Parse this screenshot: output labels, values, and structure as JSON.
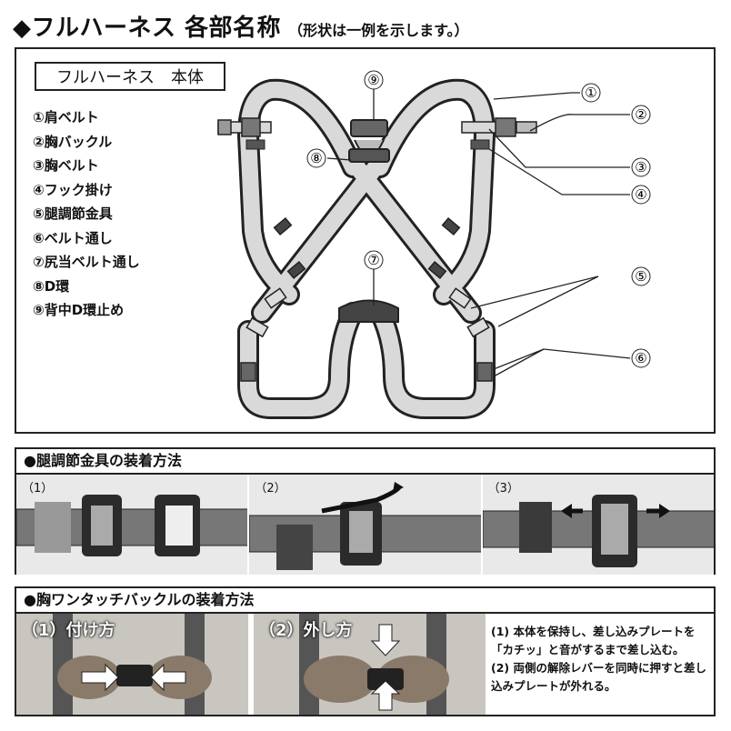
{
  "title": {
    "main": "◆フルハーネス 各部名称",
    "sub": "（形状は一例を示します。）"
  },
  "body_label": "フルハーネス　本体",
  "parts": [
    "①肩ベルト",
    "②胸バックル",
    "③胸ベルト",
    "④フック掛け",
    "⑤腿調節金具",
    "⑥ベルト通し",
    "⑦尻当ベルト通し",
    "⑧D環",
    "⑨背中D環止め"
  ],
  "callouts": {
    "n1": "①",
    "n2": "②",
    "n3": "③",
    "n4": "④",
    "n5": "⑤",
    "n6": "⑥",
    "n7": "⑦",
    "n8": "⑧",
    "n9": "⑨"
  },
  "leg_section": {
    "heading": "●腿調節金具の装着方法",
    "steps": [
      "（1）",
      "（2）",
      "（3）"
    ]
  },
  "chest_section": {
    "heading": "●胸ワンタッチバックルの装着方法",
    "photo1_label": "（1）付け方",
    "photo2_label": "（2）外し方",
    "instructions": [
      "(1) 本体を保持し、差し込みプレートを「カチッ」と音がするまで差し込む。",
      "(2) 両側の解除レバーを同時に押すと差し込みプレートが外れる。"
    ]
  },
  "colors": {
    "strap": "#d9d9d9",
    "strap_edge": "#222",
    "photo_strap": "#6e6e6e",
    "shirt": "#c9c6c0"
  }
}
